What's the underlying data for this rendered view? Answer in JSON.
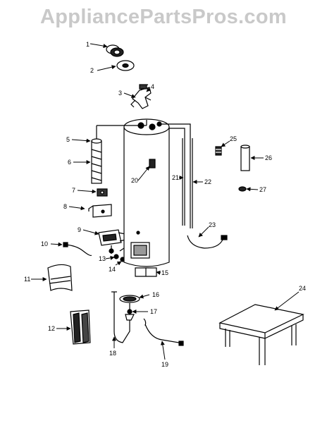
{
  "watermark": "AppliancePartsPros.com",
  "diagram": {
    "callouts": [
      {
        "id": "1",
        "label": "1"
      },
      {
        "id": "2",
        "label": "2"
      },
      {
        "id": "3",
        "label": "3"
      },
      {
        "id": "4",
        "label": "4"
      },
      {
        "id": "5",
        "label": "5"
      },
      {
        "id": "6",
        "label": "6"
      },
      {
        "id": "7",
        "label": "7"
      },
      {
        "id": "8",
        "label": "8"
      },
      {
        "id": "9",
        "label": "9"
      },
      {
        "id": "10",
        "label": "10"
      },
      {
        "id": "11",
        "label": "11"
      },
      {
        "id": "12",
        "label": "12"
      },
      {
        "id": "13",
        "label": "13"
      },
      {
        "id": "14",
        "label": "14"
      },
      {
        "id": "15",
        "label": "15"
      },
      {
        "id": "16",
        "label": "16"
      },
      {
        "id": "17",
        "label": "17"
      },
      {
        "id": "18",
        "label": "18"
      },
      {
        "id": "19",
        "label": "19"
      },
      {
        "id": "20",
        "label": "20"
      },
      {
        "id": "21",
        "label": "21"
      },
      {
        "id": "22",
        "label": "22"
      },
      {
        "id": "23",
        "label": "23"
      },
      {
        "id": "24",
        "label": "24"
      },
      {
        "id": "25",
        "label": "25"
      },
      {
        "id": "26",
        "label": "26"
      },
      {
        "id": "27",
        "label": "27"
      }
    ]
  }
}
